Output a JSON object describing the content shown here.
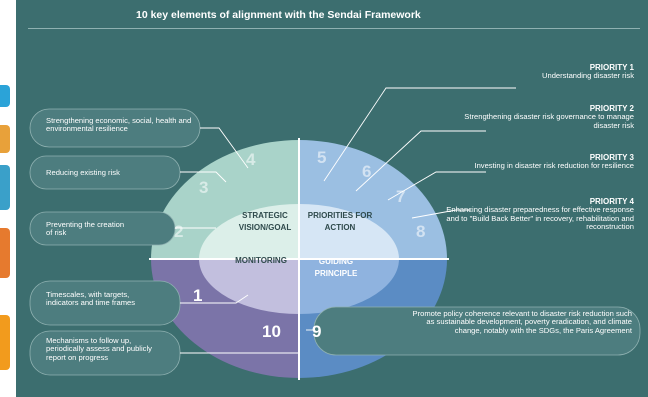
{
  "title": "10 key elements of alignment with the Sendai Framework",
  "colors": {
    "background": "#3c6e6f",
    "strategic": "#a9d3c9",
    "priorities": "#9bbfe2",
    "monitoring": "#7b74a8",
    "guiding": "#5b8cc4"
  },
  "quadrants": {
    "strategic": "STRATEGIC VISION/GOAL",
    "priorities": "PRIORITIES FOR ACTION",
    "monitoring": "MONITORING",
    "guiding": "GUIDING PRINCIPLE"
  },
  "priorities": [
    {
      "heading": "PRIORITY 1",
      "text": "Understanding disaster risk",
      "number": "5"
    },
    {
      "heading": "PRIORITY 2",
      "text": "Strengthening disaster risk governance to manage disaster risk",
      "number": "6"
    },
    {
      "heading": "PRIORITY 3",
      "text": "Investing in disaster risk reduction for resilience",
      "number": "7"
    },
    {
      "heading": "PRIORITY 4",
      "text": "Enhancing disaster  preparedness for effective response and to \"Build Back Better\" in recovery, rehabilitation and reconstruction",
      "number": "8"
    }
  ],
  "strategic": [
    {
      "text": "Strengthening economic, social, health and environmental resilience",
      "number": "4"
    },
    {
      "text": "Reducing existing risk",
      "number": "3"
    },
    {
      "text": "Preventing the creation of risk",
      "number": "2"
    }
  ],
  "monitoring": [
    {
      "text": "Timescales, with targets, indicators and time frames",
      "number": "1"
    },
    {
      "text": "Mechanisms to follow up, periodically assess and publicly report on progress",
      "number": "10"
    }
  ],
  "guiding": {
    "text": "Promote policy coherence relevant to disaster risk reduction such as  sustainable development, poverty eradication, and climate change, notably with the SDGs, the Paris Agreement",
    "number": "9"
  }
}
